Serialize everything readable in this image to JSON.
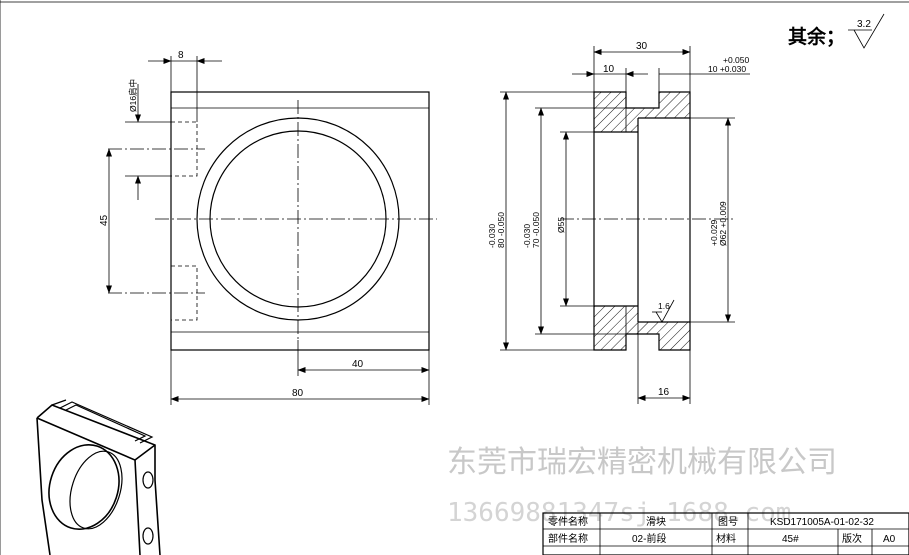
{
  "rough_note": {
    "label": "其余；",
    "value": "3.2"
  },
  "front_view": {
    "dims": {
      "top_width": "8",
      "hole_dia": "Ø16肩中",
      "hole_spacing": "45",
      "offset": "40",
      "total_width": "80"
    }
  },
  "section_view": {
    "dims": {
      "width": "30",
      "step": "10",
      "step_tol": "10 +0.030",
      "tol_upper": "+0.050",
      "outer_tol": "80 -0.050",
      "outer_tol_upper": "-0.030",
      "bore_tol": "70 -0.050",
      "bore_tol_upper": "-0.030",
      "inner": "Ø55",
      "right_dia": "Ø62 +0.009",
      "right_dia_upper": "+0.029",
      "rough": "1.6",
      "bottom_width": "16"
    }
  },
  "watermark": {
    "company": "东莞市瑞宏精密机械有限公司",
    "phone": "13669881347sj.1688.com"
  },
  "title_block": {
    "part_name_label": "零件名称",
    "part_name": "滑块",
    "drawing_no_label": "图号",
    "drawing_no": "KSD171005A-01-02-32",
    "component_label": "部件名称",
    "component": "02-前段",
    "material_label": "材料",
    "material": "45#",
    "version_label": "版次",
    "version": "A0"
  }
}
